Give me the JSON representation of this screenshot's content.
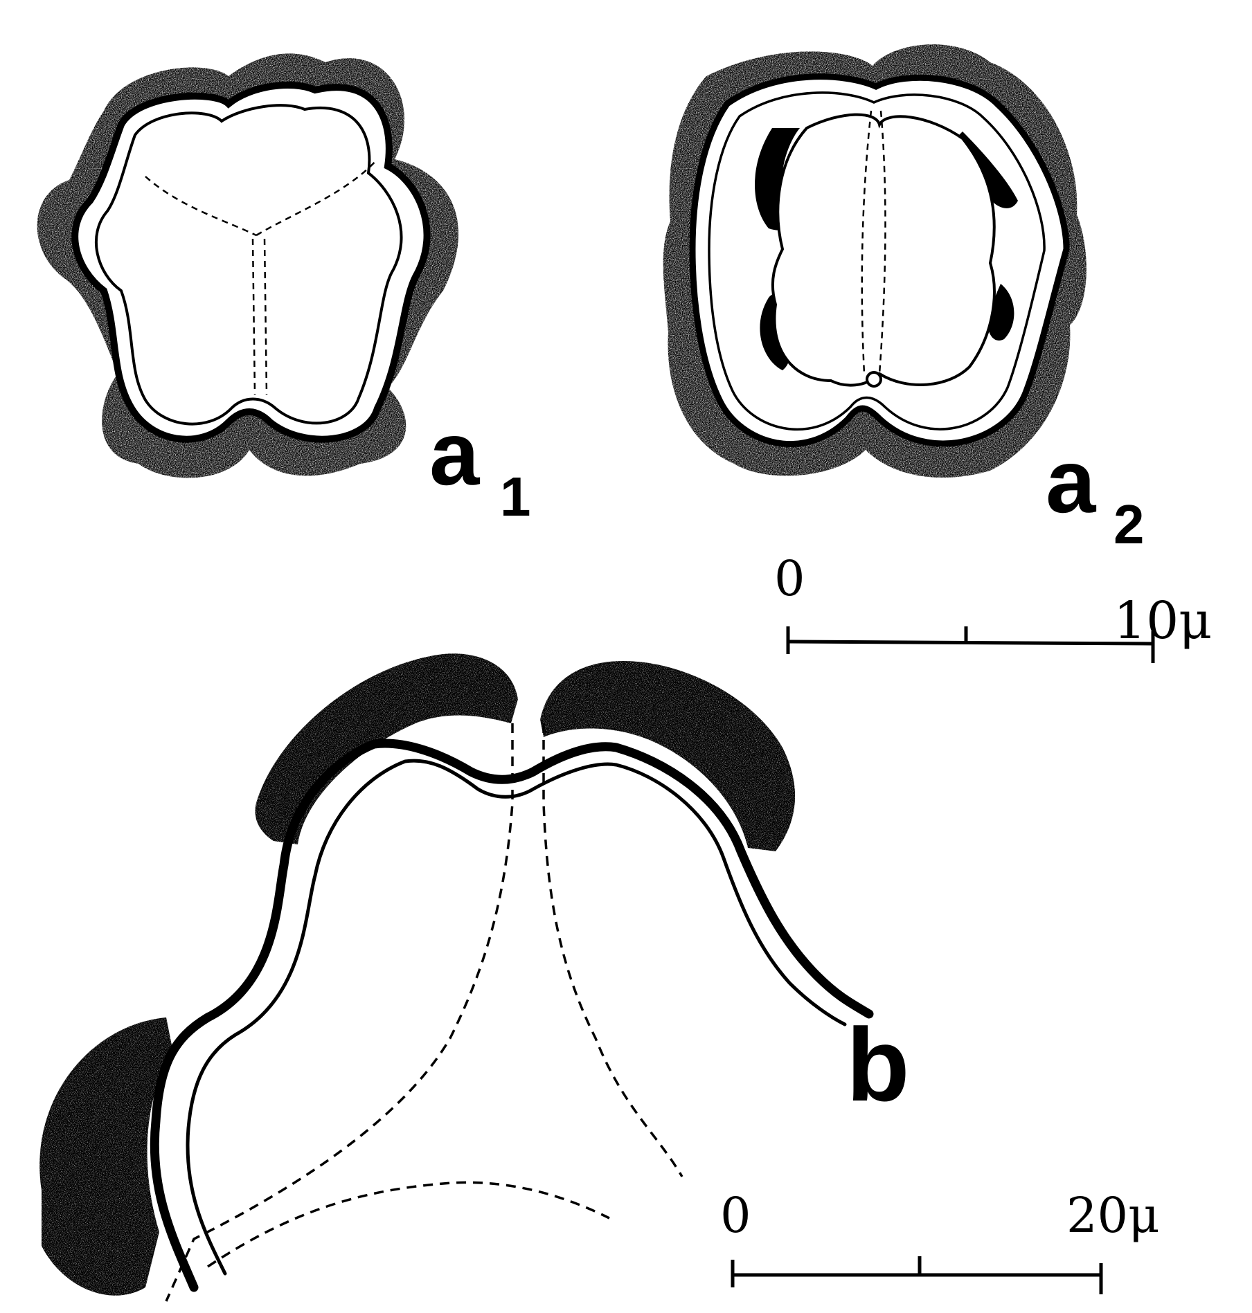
{
  "figure": {
    "panels": [
      {
        "id": "a1",
        "letter": "a",
        "subscript": "1"
      },
      {
        "id": "a2",
        "letter": "a",
        "subscript": "2"
      },
      {
        "id": "b",
        "letter": "b",
        "subscript": ""
      }
    ],
    "scale_bars": [
      {
        "id": "scale-10",
        "start_label": "0",
        "end_label": "10μ"
      },
      {
        "id": "scale-20",
        "start_label": "0",
        "end_label": "20μ"
      }
    ],
    "colors": {
      "ink": "#000000",
      "paper": "#ffffff"
    }
  }
}
